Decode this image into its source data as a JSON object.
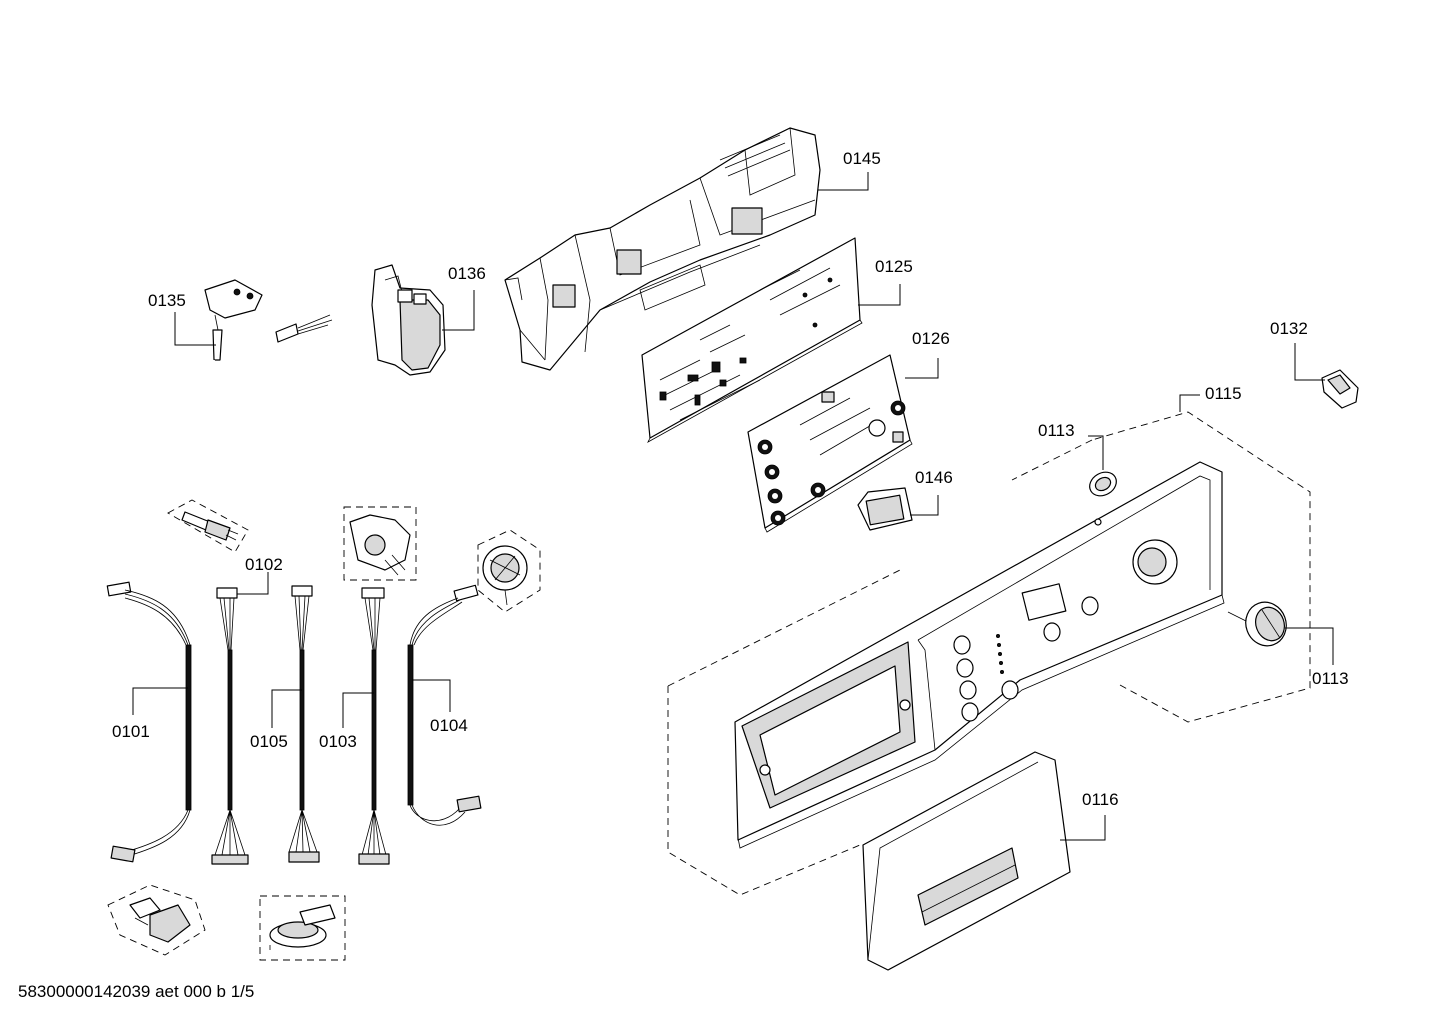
{
  "labels": {
    "p0145": "0145",
    "p0136": "0136",
    "p0135": "0135",
    "p0125": "0125",
    "p0126": "0126",
    "p0132": "0132",
    "p0115": "0115",
    "p0113_top": "0113",
    "p0113_right": "0113",
    "p0146": "0146",
    "p0102": "0102",
    "p0101": "0101",
    "p0105": "0105",
    "p0103": "0103",
    "p0104": "0104",
    "p0116": "0116"
  },
  "footer": {
    "code": "58300000142039 aet 000 b 1/5"
  },
  "colors": {
    "line": "#000000",
    "background": "#ffffff",
    "shade": "#d9d9d9"
  }
}
